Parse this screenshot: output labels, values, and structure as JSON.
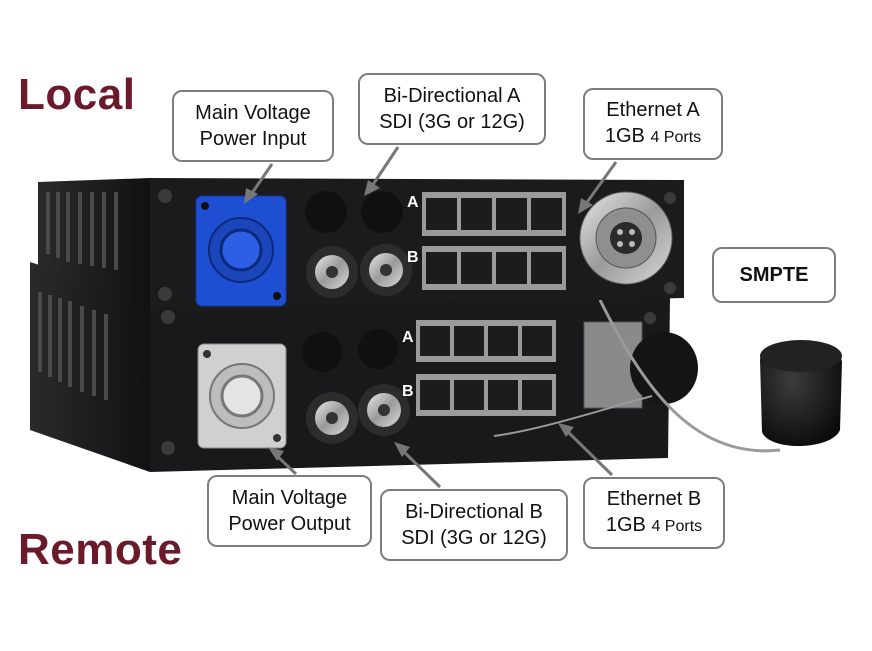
{
  "labels": {
    "local": "Local",
    "remote": "Remote"
  },
  "callouts": {
    "main_voltage_input": {
      "line1": "Main Voltage",
      "line2": "Power Input"
    },
    "sdi_a": {
      "line1": "Bi-Directional A",
      "line2": "SDI (3G or 12G)"
    },
    "ethernet_a": {
      "line1": "Ethernet A",
      "line2_main": "1GB",
      "line2_small": "4 Ports"
    },
    "smpte": "SMPTE",
    "main_voltage_output": {
      "line1": "Main Voltage",
      "line2": "Power Output"
    },
    "sdi_b": {
      "line1": "Bi-Directional B",
      "line2": "SDI (3G or 12G)"
    },
    "ethernet_b": {
      "line1": "Ethernet B",
      "line2_main": "1GB",
      "line2_small": "4 Ports"
    }
  },
  "device": {
    "top_unit": {
      "row_a_label": "A",
      "row_b_label": "B"
    },
    "bottom_unit": {
      "row_a_label": "A",
      "row_b_label": "B"
    }
  },
  "colors": {
    "label_color": "#6b1a2c",
    "chassis": "#1b1b1d",
    "power_input_blue": "#1e4fd2",
    "power_output_gray": "#cfcfcf"
  }
}
